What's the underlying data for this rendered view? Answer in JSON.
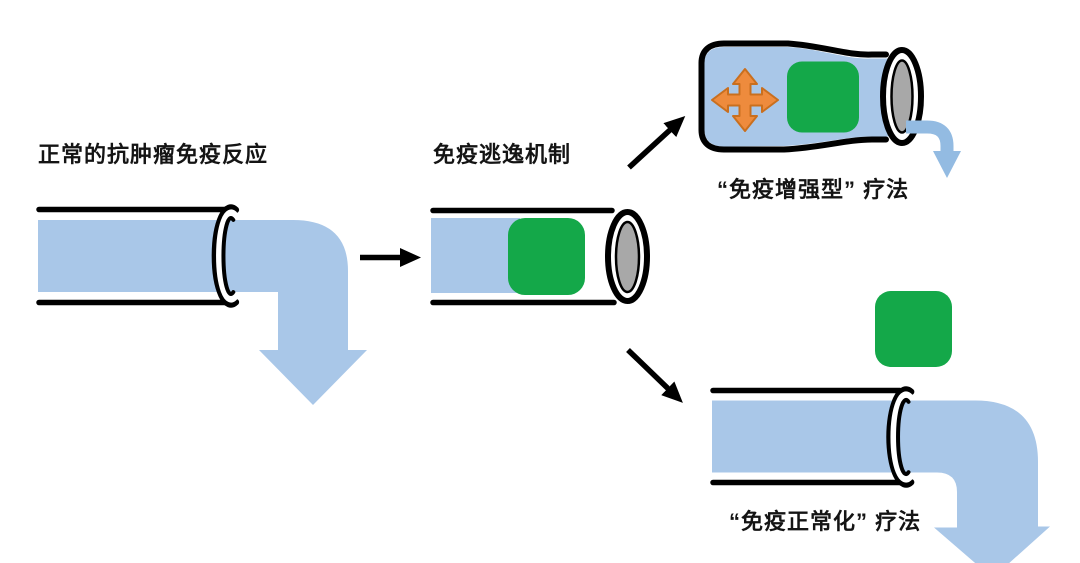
{
  "labels": {
    "normal_response": "正常的抗肿瘤免疫反应",
    "immune_escape": "免疫逃逸机制",
    "enhancement_therapy": "“免疫增强型” 疗法",
    "normalization_therapy": "“免疫正常化” 疗法"
  },
  "colors": {
    "water_blue": "#A9C7E8",
    "stream_blue": "#93BBE2",
    "block_green": "#14A849",
    "opening_gray": "#A8A8A8",
    "pressure_orange": "#EE8B3D",
    "outline_black": "#000000",
    "background": "#FFFFFF"
  },
  "icons": {
    "flow_right_arrow": "black right arrow",
    "branch_up_arrow": "black diagonal up-right arrow",
    "branch_down_arrow": "black diagonal down-right arrow",
    "pressure_arrow": "orange four-way move arrow",
    "water_bend_arrow": "light blue elbow arrow pointing down",
    "trickle_arrow": "thin blue arrow curving down"
  }
}
